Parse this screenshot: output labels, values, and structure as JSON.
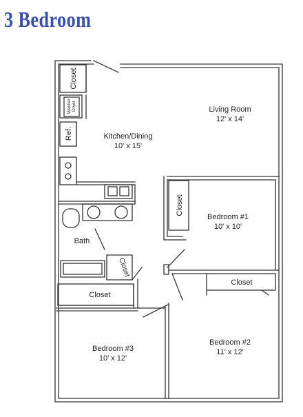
{
  "title": "3 Bedroom",
  "rooms": {
    "living": {
      "name": "Living Room",
      "dims": "12' x 14'"
    },
    "kitchen": {
      "name": "Kitchen/Dining",
      "dims": "10' x 15'"
    },
    "bedroom1": {
      "name": "Bedroom #1",
      "dims": "10' x 10'"
    },
    "bedroom2": {
      "name": "Bedroom #2",
      "dims": "11' x 12'"
    },
    "bedroom3": {
      "name": "Bedroom #3",
      "dims": "10' x 12'"
    },
    "bath": {
      "name": "Bath"
    }
  },
  "fixtures": {
    "closet_top": "Closet",
    "washer_dryer_line1": "Washer",
    "washer_dryer_line2": "Dryer",
    "ref": "Ref.",
    "closet_bed1": "Closet",
    "closet_bath": "Closet",
    "closet_hall": "Closet",
    "closet_bed2": "Closet"
  }
}
